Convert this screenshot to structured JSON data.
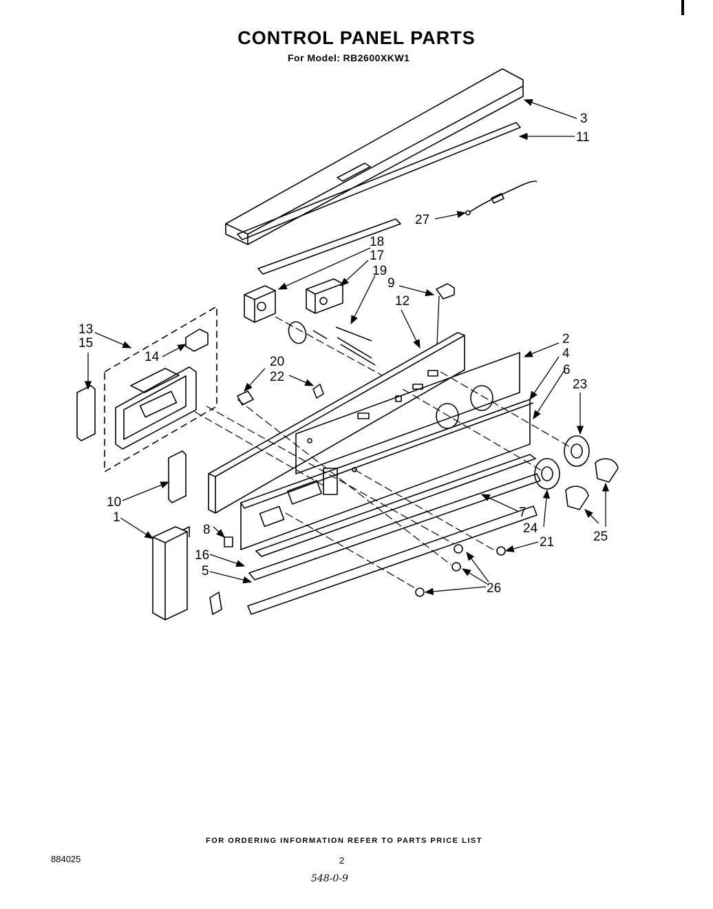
{
  "header": {
    "title": "CONTROL PANEL PARTS",
    "model_label": "For Model:",
    "model_number": "RB2600XKW1"
  },
  "callouts": [
    "1",
    "2",
    "3",
    "4",
    "5",
    "6",
    "7",
    "8",
    "9",
    "10",
    "11",
    "12",
    "13",
    "14",
    "15",
    "16",
    "17",
    "18",
    "19",
    "20",
    "21",
    "22",
    "23",
    "24",
    "25",
    "26",
    "27"
  ],
  "footer": {
    "ordering_note": "FOR ORDERING INFORMATION REFER TO PARTS PRICE LIST",
    "document_number": "884025",
    "page_number": "2",
    "handwritten_code": "548-0-9"
  }
}
